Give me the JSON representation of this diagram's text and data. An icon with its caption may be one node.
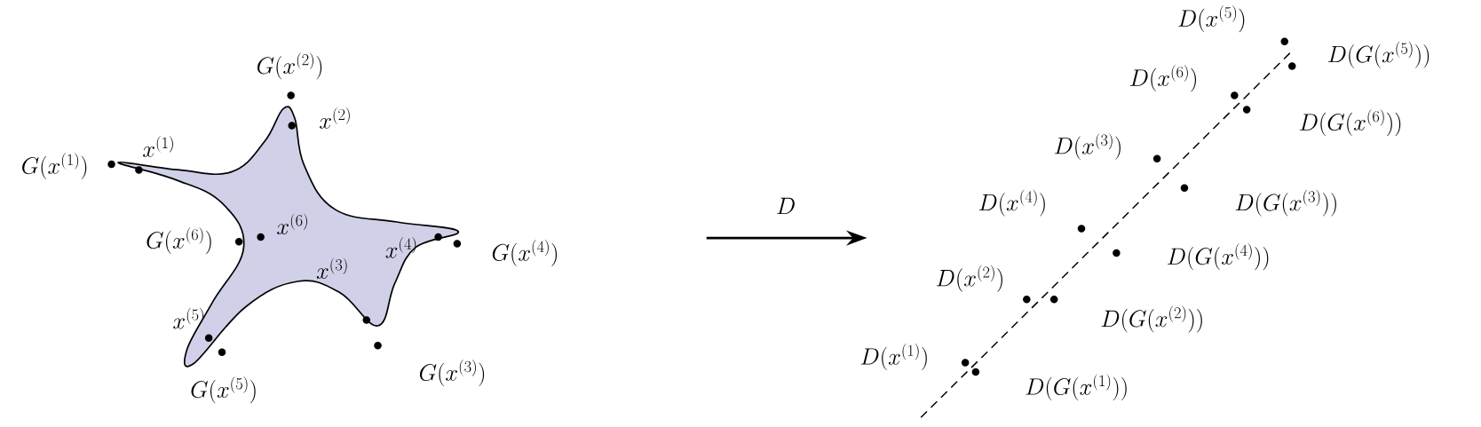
{
  "diagram": {
    "labels": [
      "G(x^{(1)})",
      "x^{(1)}",
      "G(x^{(2)})",
      "x^{(2)}",
      "G(x^{(6)})",
      "x^{(6)}",
      "x^{(4)}",
      "G(x^{(4)})",
      "x^{(3)}",
      "G(x^{(3)})",
      "x^{(5)}",
      "G(x^{(5)})",
      "D",
      "D(x^{(5)})",
      "D(G(x^{(5)}))",
      "D(x^{(6)})",
      "D(G(x^{(6)}))",
      "D(x^{(3)})",
      "D(G(x^{(3)}))",
      "D(x^{(4)})",
      "D(G(x^{(4)}))",
      "D(x^{(2)})",
      "D(G(x^{(2)}))",
      "D(x^{(1)})",
      "D(G(x^{(1)}))"
    ]
  }
}
